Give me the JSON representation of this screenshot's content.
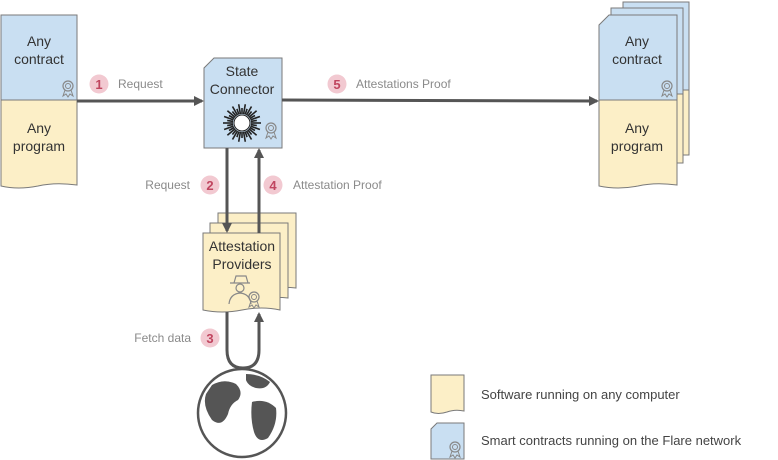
{
  "colors": {
    "contract_fill": "#c9dff2",
    "program_fill": "#fcefc7",
    "outline": "#7a7a7a",
    "arrow": "#555555",
    "badge_fill": "#f2c9d1",
    "badge_text": "#c0455f"
  },
  "nodes": {
    "left_top": "Any contract",
    "left_bottom": "Any program",
    "state_connector": "State Connector",
    "right_top": "Any contract",
    "right_bottom": "Any program",
    "attestation_providers": "Attestation Providers"
  },
  "steps": [
    {
      "num": "1",
      "label": "Request"
    },
    {
      "num": "2",
      "label": "Request"
    },
    {
      "num": "3",
      "label": "Fetch data"
    },
    {
      "num": "4",
      "label": "Attestation Proof"
    },
    {
      "num": "5",
      "label": "Attestations Proof"
    }
  ],
  "icons": {
    "certificate": "certificate-seal-icon",
    "sun": "sun-burst-icon",
    "person": "spy-person-icon",
    "globe": "globe-icon"
  },
  "legend": {
    "software": "Software running on any computer",
    "smart_contracts": "Smart contracts running on the Flare network"
  }
}
